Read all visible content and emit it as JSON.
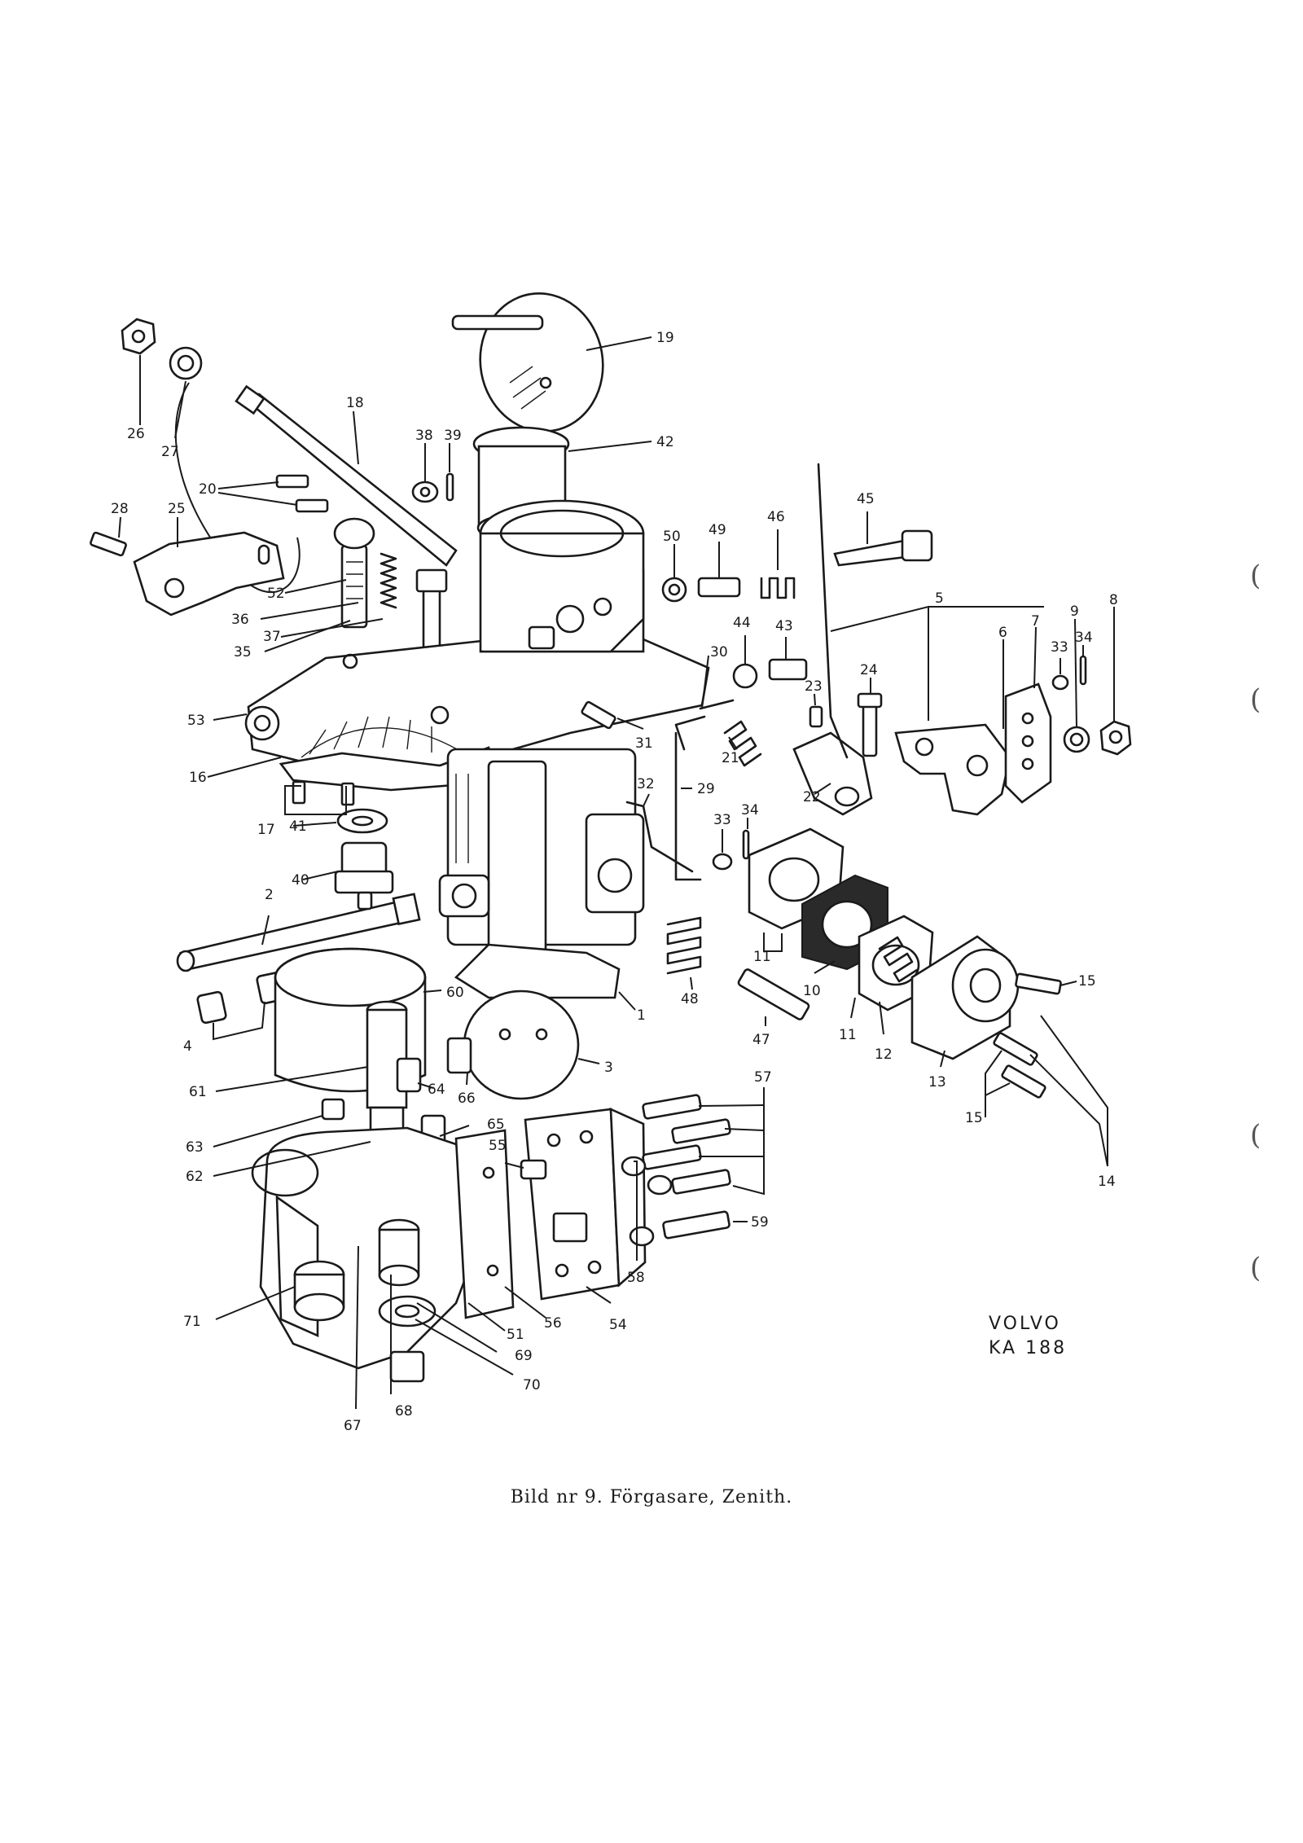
{
  "caption": "Bild nr 9.   Förgasare, Zenith.",
  "brand": {
    "line1": "VOLVO",
    "line2": "KA  188"
  },
  "margin_marks": [
    "(",
    "(",
    "(",
    "("
  ],
  "callouts": [
    "19",
    "42",
    "18",
    "38",
    "39",
    "26",
    "27",
    "28",
    "25",
    "20",
    "52",
    "36",
    "37",
    "35",
    "53",
    "16",
    "17",
    "41",
    "40",
    "2",
    "4",
    "60",
    "61",
    "64",
    "66",
    "63",
    "62",
    "65",
    "55",
    "71",
    "67",
    "68",
    "69",
    "70",
    "51",
    "56",
    "54",
    "58",
    "59",
    "57",
    "3",
    "1",
    "48",
    "47",
    "10",
    "11",
    "12",
    "13",
    "14",
    "15",
    "50",
    "49",
    "46",
    "45",
    "44",
    "43",
    "23",
    "30",
    "31",
    "32",
    "29",
    "21",
    "22",
    "33",
    "34",
    "24",
    "5",
    "6",
    "7",
    "9",
    "8"
  ]
}
